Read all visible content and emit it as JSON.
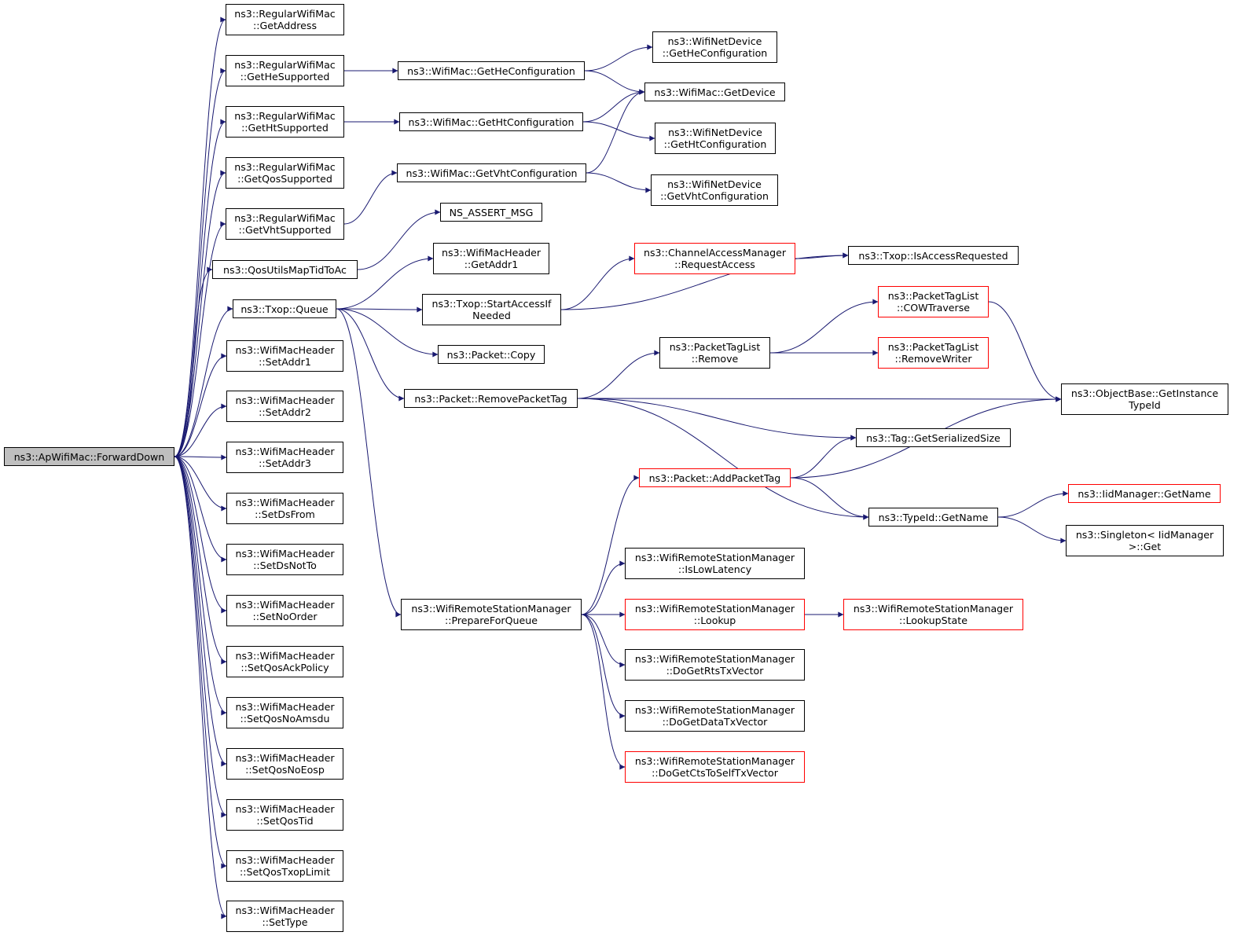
{
  "colors": {
    "edge": "#191970",
    "border": "#000000",
    "border_truncated": "#ff0000",
    "root_fill": "#bfbfbf",
    "fill": "#ffffff"
  },
  "nodes": {
    "forwarddown": {
      "lines": [
        "ns3::ApWifiMac::ForwardDown"
      ],
      "color": "root"
    },
    "getaddress": {
      "lines": [
        "ns3::RegularWifiMac",
        "::GetAddress"
      ],
      "color": "black"
    },
    "gethesupported": {
      "lines": [
        "ns3::RegularWifiMac",
        "::GetHeSupported"
      ],
      "color": "black"
    },
    "gethtsupported": {
      "lines": [
        "ns3::RegularWifiMac",
        "::GetHtSupported"
      ],
      "color": "black"
    },
    "getqossupported": {
      "lines": [
        "ns3::RegularWifiMac",
        "::GetQosSupported"
      ],
      "color": "black"
    },
    "getvhtsupported": {
      "lines": [
        "ns3::RegularWifiMac",
        "::GetVhtSupported"
      ],
      "color": "black"
    },
    "qosutilsmap": {
      "lines": [
        "ns3::QosUtilsMapTidToAc"
      ],
      "color": "black"
    },
    "txopqueue": {
      "lines": [
        "ns3::Txop::Queue"
      ],
      "color": "black"
    },
    "setaddr1": {
      "lines": [
        "ns3::WifiMacHeader",
        "::SetAddr1"
      ],
      "color": "black"
    },
    "setaddr2": {
      "lines": [
        "ns3::WifiMacHeader",
        "::SetAddr2"
      ],
      "color": "black"
    },
    "setaddr3": {
      "lines": [
        "ns3::WifiMacHeader",
        "::SetAddr3"
      ],
      "color": "black"
    },
    "setdsfrom": {
      "lines": [
        "ns3::WifiMacHeader",
        "::SetDsFrom"
      ],
      "color": "black"
    },
    "setdsnotto": {
      "lines": [
        "ns3::WifiMacHeader",
        "::SetDsNotTo"
      ],
      "color": "black"
    },
    "setnoorder": {
      "lines": [
        "ns3::WifiMacHeader",
        "::SetNoOrder"
      ],
      "color": "black"
    },
    "setqosackpolicy": {
      "lines": [
        "ns3::WifiMacHeader",
        "::SetQosAckPolicy"
      ],
      "color": "black"
    },
    "setqosnoamsdu": {
      "lines": [
        "ns3::WifiMacHeader",
        "::SetQosNoAmsdu"
      ],
      "color": "black"
    },
    "setqosnoeosp": {
      "lines": [
        "ns3::WifiMacHeader",
        "::SetQosNoEosp"
      ],
      "color": "black"
    },
    "setqostid": {
      "lines": [
        "ns3::WifiMacHeader",
        "::SetQosTid"
      ],
      "color": "black"
    },
    "setqostxoplimit": {
      "lines": [
        "ns3::WifiMacHeader",
        "::SetQosTxopLimit"
      ],
      "color": "black"
    },
    "settype": {
      "lines": [
        "ns3::WifiMacHeader",
        "::SetType"
      ],
      "color": "black"
    },
    "gethecfg": {
      "lines": [
        "ns3::WifiMac::GetHeConfiguration"
      ],
      "color": "black"
    },
    "gethtcfg": {
      "lines": [
        "ns3::WifiMac::GetHtConfiguration"
      ],
      "color": "black"
    },
    "getvhtcfg": {
      "lines": [
        "ns3::WifiMac::GetVhtConfiguration"
      ],
      "color": "black"
    },
    "nsassertmsg": {
      "lines": [
        "NS_ASSERT_MSG"
      ],
      "color": "black"
    },
    "getaddr1": {
      "lines": [
        "ns3::WifiMacHeader",
        "::GetAddr1"
      ],
      "color": "black"
    },
    "startaccess": {
      "lines": [
        "ns3::Txop::StartAccessIf",
        "Needed"
      ],
      "color": "black"
    },
    "packetcopy": {
      "lines": [
        "ns3::Packet::Copy"
      ],
      "color": "black"
    },
    "removepackettag": {
      "lines": [
        "ns3::Packet::RemovePacketTag"
      ],
      "color": "black"
    },
    "prepareforqueue": {
      "lines": [
        "ns3::WifiRemoteStationManager",
        "::PrepareForQueue"
      ],
      "color": "black"
    },
    "netdevhecfg": {
      "lines": [
        "ns3::WifiNetDevice",
        "::GetHeConfiguration"
      ],
      "color": "black"
    },
    "getdevice": {
      "lines": [
        "ns3::WifiMac::GetDevice"
      ],
      "color": "black"
    },
    "netdevhtcfg": {
      "lines": [
        "ns3::WifiNetDevice",
        "::GetHtConfiguration"
      ],
      "color": "black"
    },
    "netdevvhtcfg": {
      "lines": [
        "ns3::WifiNetDevice",
        "::GetVhtConfiguration"
      ],
      "color": "black"
    },
    "requestaccess": {
      "lines": [
        "ns3::ChannelAccessManager",
        "::RequestAccess"
      ],
      "color": "red"
    },
    "ptlremove": {
      "lines": [
        "ns3::PacketTagList",
        "::Remove"
      ],
      "color": "black"
    },
    "addpackettag": {
      "lines": [
        "ns3::Packet::AddPacketTag"
      ],
      "color": "red"
    },
    "islowlatency": {
      "lines": [
        "ns3::WifiRemoteStationManager",
        "::IsLowLatency"
      ],
      "color": "black"
    },
    "lookup": {
      "lines": [
        "ns3::WifiRemoteStationManager",
        "::Lookup"
      ],
      "color": "red"
    },
    "dogetrts": {
      "lines": [
        "ns3::WifiRemoteStationManager",
        "::DoGetRtsTxVector"
      ],
      "color": "black"
    },
    "dogetdata": {
      "lines": [
        "ns3::WifiRemoteStationManager",
        "::DoGetDataTxVector"
      ],
      "color": "black"
    },
    "dogetcts": {
      "lines": [
        "ns3::WifiRemoteStationManager",
        "::DoGetCtsToSelfTxVector"
      ],
      "color": "red"
    },
    "isaccessrequested": {
      "lines": [
        "ns3::Txop::IsAccessRequested"
      ],
      "color": "black"
    },
    "cowtraverse": {
      "lines": [
        "ns3::PacketTagList",
        "::COWTraverse"
      ],
      "color": "red"
    },
    "removewriter": {
      "lines": [
        "ns3::PacketTagList",
        "::RemoveWriter"
      ],
      "color": "red"
    },
    "getinstancetypeid": {
      "lines": [
        "ns3::ObjectBase::GetInstance",
        "TypeId"
      ],
      "color": "black"
    },
    "getserializedsize": {
      "lines": [
        "ns3::Tag::GetSerializedSize"
      ],
      "color": "black"
    },
    "typeidgetname": {
      "lines": [
        "ns3::TypeId::GetName"
      ],
      "color": "black"
    },
    "lookupstate": {
      "lines": [
        "ns3::WifiRemoteStationManager",
        "::LookupState"
      ],
      "color": "red"
    },
    "iidgetname": {
      "lines": [
        "ns3::IidManager::GetName"
      ],
      "color": "red"
    },
    "singletonget": {
      "lines": [
        "ns3::Singleton< IidManager",
        " >::Get"
      ],
      "color": "black"
    }
  },
  "edges": [
    [
      "forwarddown",
      "getaddress"
    ],
    [
      "forwarddown",
      "gethesupported"
    ],
    [
      "forwarddown",
      "gethtsupported"
    ],
    [
      "forwarddown",
      "getqossupported"
    ],
    [
      "forwarddown",
      "getvhtsupported"
    ],
    [
      "forwarddown",
      "qosutilsmap"
    ],
    [
      "forwarddown",
      "txopqueue"
    ],
    [
      "forwarddown",
      "setaddr1"
    ],
    [
      "forwarddown",
      "setaddr2"
    ],
    [
      "forwarddown",
      "setaddr3"
    ],
    [
      "forwarddown",
      "setdsfrom"
    ],
    [
      "forwarddown",
      "setdsnotto"
    ],
    [
      "forwarddown",
      "setnoorder"
    ],
    [
      "forwarddown",
      "setqosackpolicy"
    ],
    [
      "forwarddown",
      "setqosnoamsdu"
    ],
    [
      "forwarddown",
      "setqosnoeosp"
    ],
    [
      "forwarddown",
      "setqostid"
    ],
    [
      "forwarddown",
      "setqostxoplimit"
    ],
    [
      "forwarddown",
      "settype"
    ],
    [
      "gethesupported",
      "gethecfg"
    ],
    [
      "gethtsupported",
      "gethtcfg"
    ],
    [
      "getvhtsupported",
      "getvhtcfg"
    ],
    [
      "qosutilsmap",
      "nsassertmsg"
    ],
    [
      "txopqueue",
      "getaddr1"
    ],
    [
      "txopqueue",
      "startaccess"
    ],
    [
      "txopqueue",
      "packetcopy"
    ],
    [
      "txopqueue",
      "removepackettag"
    ],
    [
      "txopqueue",
      "prepareforqueue"
    ],
    [
      "gethecfg",
      "netdevhecfg"
    ],
    [
      "gethecfg",
      "getdevice"
    ],
    [
      "gethtcfg",
      "getdevice"
    ],
    [
      "gethtcfg",
      "netdevhtcfg"
    ],
    [
      "getvhtcfg",
      "getdevice"
    ],
    [
      "getvhtcfg",
      "netdevvhtcfg"
    ],
    [
      "startaccess",
      "requestaccess"
    ],
    [
      "startaccess",
      "isaccessrequested"
    ],
    [
      "requestaccess",
      "isaccessrequested"
    ],
    [
      "removepackettag",
      "ptlremove"
    ],
    [
      "removepackettag",
      "getinstancetypeid"
    ],
    [
      "removepackettag",
      "getserializedsize"
    ],
    [
      "removepackettag",
      "typeidgetname"
    ],
    [
      "ptlremove",
      "cowtraverse"
    ],
    [
      "ptlremove",
      "removewriter"
    ],
    [
      "cowtraverse",
      "getinstancetypeid"
    ],
    [
      "prepareforqueue",
      "addpackettag"
    ],
    [
      "prepareforqueue",
      "islowlatency"
    ],
    [
      "prepareforqueue",
      "lookup"
    ],
    [
      "prepareforqueue",
      "dogetrts"
    ],
    [
      "prepareforqueue",
      "dogetdata"
    ],
    [
      "prepareforqueue",
      "dogetcts"
    ],
    [
      "addpackettag",
      "getserializedsize"
    ],
    [
      "addpackettag",
      "getinstancetypeid"
    ],
    [
      "addpackettag",
      "typeidgetname"
    ],
    [
      "lookup",
      "lookupstate"
    ],
    [
      "typeidgetname",
      "iidgetname"
    ],
    [
      "typeidgetname",
      "singletonget"
    ]
  ]
}
